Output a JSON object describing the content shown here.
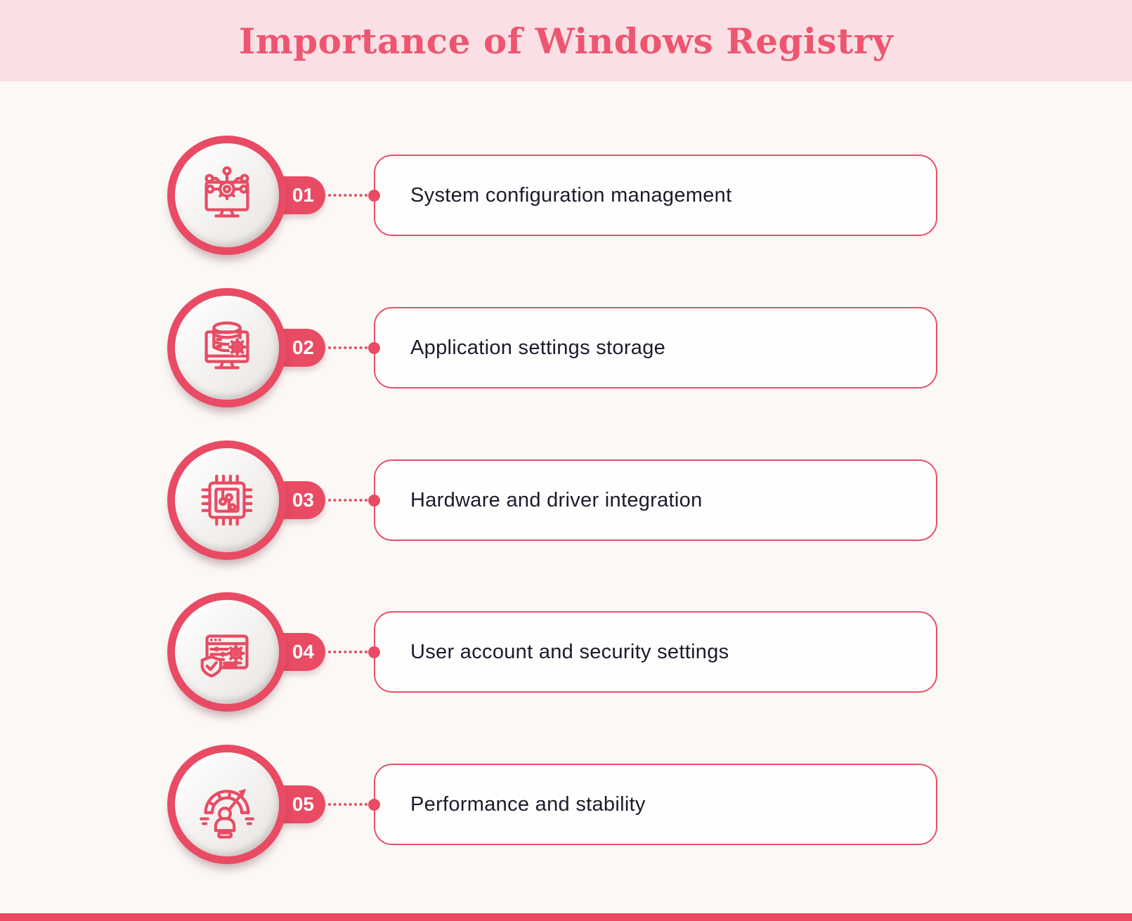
{
  "page": {
    "title": "Importance of Windows Registry",
    "colors": {
      "accent": "#e84b63",
      "accent_border": "#e8506a",
      "title": "#ee5570",
      "header_bg": "#fae0e4",
      "page_bg": "#fcf8f6",
      "box_bg": "#fffefe",
      "circle_inner": "#f2f0ee",
      "ink": "#1b1b2c",
      "badge_text": "#ffffff"
    }
  },
  "items": [
    {
      "number": "01",
      "label": "System configuration management",
      "icon": "system-configuration-icon"
    },
    {
      "number": "02",
      "label": "Application settings storage",
      "icon": "database-settings-icon"
    },
    {
      "number": "03",
      "label": "Hardware and driver integration",
      "icon": "cpu-chip-icon"
    },
    {
      "number": "04",
      "label": "User account and security settings",
      "icon": "security-shield-settings-icon"
    },
    {
      "number": "05",
      "label": "Performance and stability",
      "icon": "performance-gauge-icon"
    }
  ]
}
